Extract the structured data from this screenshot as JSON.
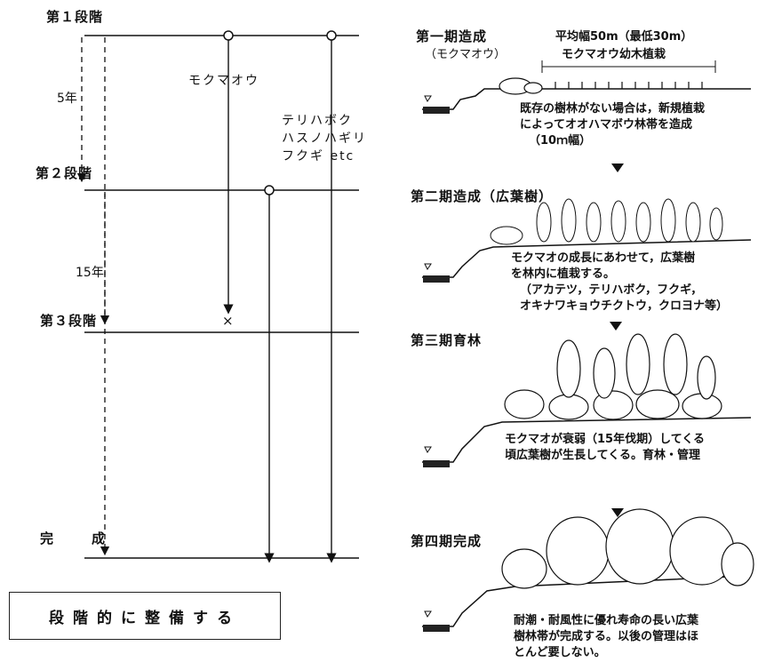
{
  "left": {
    "stages": [
      "第１段階",
      "第２段階",
      "第３段階",
      "完　成"
    ],
    "years": [
      "5年",
      "15年"
    ],
    "species_a": "モクマオウ",
    "species_b": [
      "テリハボク",
      "ハスノハギリ",
      "フクギ etc"
    ],
    "cross_mark": "×",
    "box_label": "段階的に整備する"
  },
  "right": {
    "p1": {
      "title": "第一期造成",
      "subtitle": "（モクマオウ）",
      "width_note": "平均幅50m（最低30m）",
      "planting": "モクマオウ幼木植栽",
      "note": [
        "既存の樹林がない場合は，新規植栽",
        "によってオオハマボウ林帯を造成",
        "（10ｍ幅）"
      ]
    },
    "p2": {
      "title": "第二期造成（広葉樹）",
      "note": [
        "モクマオの成長にあわせて，広葉樹",
        "を林内に植栽する。",
        "（アカテツ，テリハボク，フクギ，",
        "オキナワキョウチクトウ，クロヨナ等）"
      ]
    },
    "p3": {
      "title": "第三期育林",
      "note": [
        "モクマオが衰弱（15年伐期）してくる",
        "頃広葉樹が生長してくる。育林・管理"
      ]
    },
    "p4": {
      "title": "第四期完成",
      "note": [
        "耐潮・耐風性に優れ寿命の長い広葉",
        "樹林帯が完成する。以後の管理はほ",
        "とんど要しない。"
      ]
    }
  }
}
